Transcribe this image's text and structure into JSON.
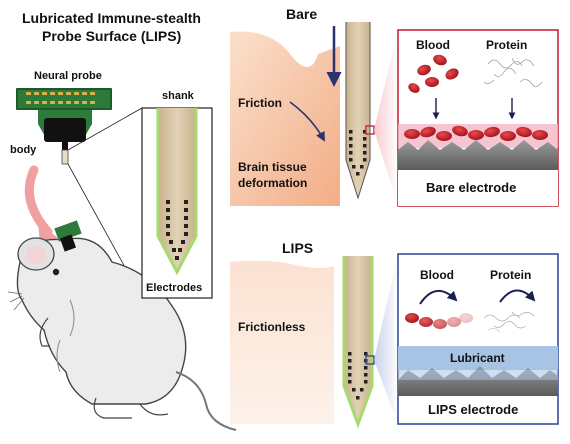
{
  "title_line1": "Lubricated Immune-stealth",
  "title_line2": "Probe Surface (LIPS)",
  "label_neural_probe": "Neural probe",
  "label_body": "body",
  "label_shank": "shank",
  "label_electrodes": "Electrodes",
  "bare_panel": {
    "title": "Bare",
    "friction": "Friction",
    "deformation_line1": "Brain tissue",
    "deformation_line2": "deformation",
    "blood": "Blood",
    "protein": "Protein",
    "electrode": "Bare electrode"
  },
  "lips_panel": {
    "title": "LIPS",
    "frictionless": "Frictionless",
    "blood": "Blood",
    "protein": "Protein",
    "lubricant": "Lubricant",
    "electrode": "LIPS electrode"
  },
  "colors": {
    "bare_accent": "#c8283a",
    "lips_accent": "#3a4c9a",
    "tissue": "#f7c8a8",
    "shank_fill": "#d8c4a2",
    "lubricant": "#a8c4e4",
    "green_glow": "#9fd86a"
  }
}
